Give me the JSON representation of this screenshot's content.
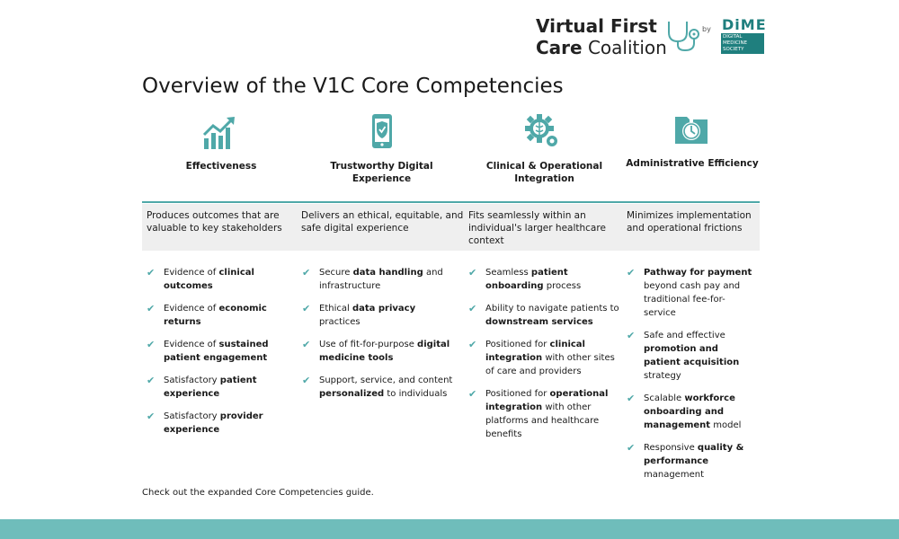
{
  "brand": {
    "line1": "Virtual First",
    "line2_bold": "Care",
    "line2_rest": " Coalition",
    "by": "by",
    "dime_logo": "DiME",
    "dime_box": "DIGITAL MEDICINE SOCIETY"
  },
  "title": "Overview of the V1C Core Competencies",
  "colors": {
    "teal": "#4fa8a8",
    "band": "#efefef",
    "bar": "#6fbdbb"
  },
  "columns": [
    {
      "icon": "chart-growth-icon",
      "heading": "Effectiveness",
      "description": "Produces outcomes that are valuable to key stakeholders",
      "items": [
        {
          "pre": "Evidence of ",
          "bold": "clinical outcomes",
          "post": ""
        },
        {
          "pre": "Evidence of ",
          "bold": "economic returns",
          "post": ""
        },
        {
          "pre": "Evidence of ",
          "bold": "sustained patient engagement",
          "post": ""
        },
        {
          "pre": "Satisfactory ",
          "bold": "patient experience",
          "post": ""
        },
        {
          "pre": "Satisfactory ",
          "bold": "provider experience",
          "post": ""
        }
      ]
    },
    {
      "icon": "phone-shield-icon",
      "heading": "Trustworthy Digital Experience",
      "description": "Delivers an ethical, equitable, and safe digital experience",
      "items": [
        {
          "pre": "Secure ",
          "bold": "data handling",
          "post": " and infrastructure"
        },
        {
          "pre": "Ethical ",
          "bold": "data privacy",
          "post": " practices"
        },
        {
          "pre": "Use of fit-for-purpose ",
          "bold": "digital medicine tools",
          "post": ""
        },
        {
          "pre": "Support, service, and content ",
          "bold": "personalized",
          "post": " to individuals"
        }
      ]
    },
    {
      "icon": "medical-gears-icon",
      "heading": "Clinical & Operational Integration",
      "description": "Fits seamlessly within an individual's larger healthcare context",
      "items": [
        {
          "pre": "Seamless ",
          "bold": "patient onboarding",
          "post": " process"
        },
        {
          "pre": "Ability to navigate patients to ",
          "bold": "downstream services",
          "post": ""
        },
        {
          "pre": "Positioned for ",
          "bold": "clinical integration",
          "post": " with other sites of care and providers"
        },
        {
          "pre": "Positioned for ",
          "bold": "operational integration",
          "post": " with other platforms and healthcare benefits"
        }
      ]
    },
    {
      "icon": "folder-clock-icon",
      "heading": "Administrative Efficiency",
      "description": "Minimizes implementation and operational frictions",
      "items": [
        {
          "pre": "",
          "bold": "Pathway for payment",
          "post": " beyond cash pay and traditional fee-for-service"
        },
        {
          "pre": "Safe and effective ",
          "bold": "promotion and patient acquisition",
          "post": " strategy"
        },
        {
          "pre": "Scalable ",
          "bold": "workforce onboarding and management",
          "post": " model"
        },
        {
          "pre": "Responsive ",
          "bold": "quality & performance",
          "post": " management"
        }
      ]
    }
  ],
  "check_glyph": "✔",
  "footer_note": "Check out the expanded Core Competencies guide."
}
